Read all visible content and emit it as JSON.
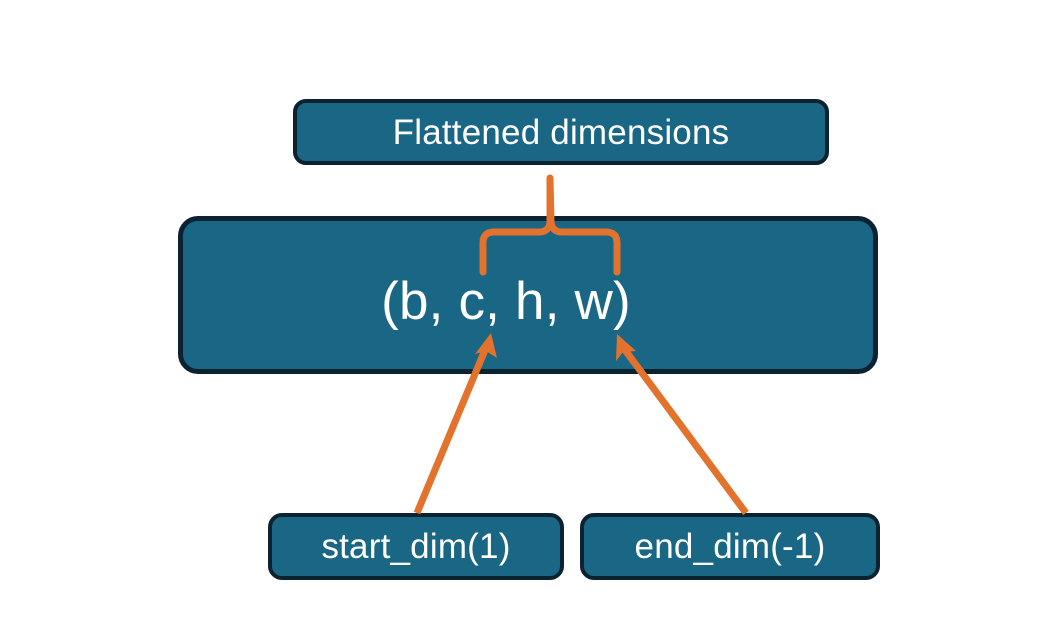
{
  "diagram": {
    "title_node": {
      "label": "Flattened dimensions"
    },
    "shape_node": {
      "label": "(b, c, h, w)"
    },
    "start_node": {
      "label": "start_dim(1)"
    },
    "end_node": {
      "label": "end_dim(-1)"
    }
  },
  "colors": {
    "node_fill": "#1a6785",
    "node_border": "#0c2230",
    "node_text": "#ffffff",
    "connector": "#e2722c",
    "background": "#ffffff"
  },
  "connectors": {
    "brace": {
      "name": "curly-brace-connector",
      "from": "shape_node.c_h_w_span",
      "to": "title_node"
    },
    "arrow_start": {
      "name": "start-dim-arrow",
      "from": "start_node",
      "to": "shape_node.c_position"
    },
    "arrow_end": {
      "name": "end-dim-arrow",
      "from": "end_node",
      "to": "shape_node.w_position"
    }
  }
}
